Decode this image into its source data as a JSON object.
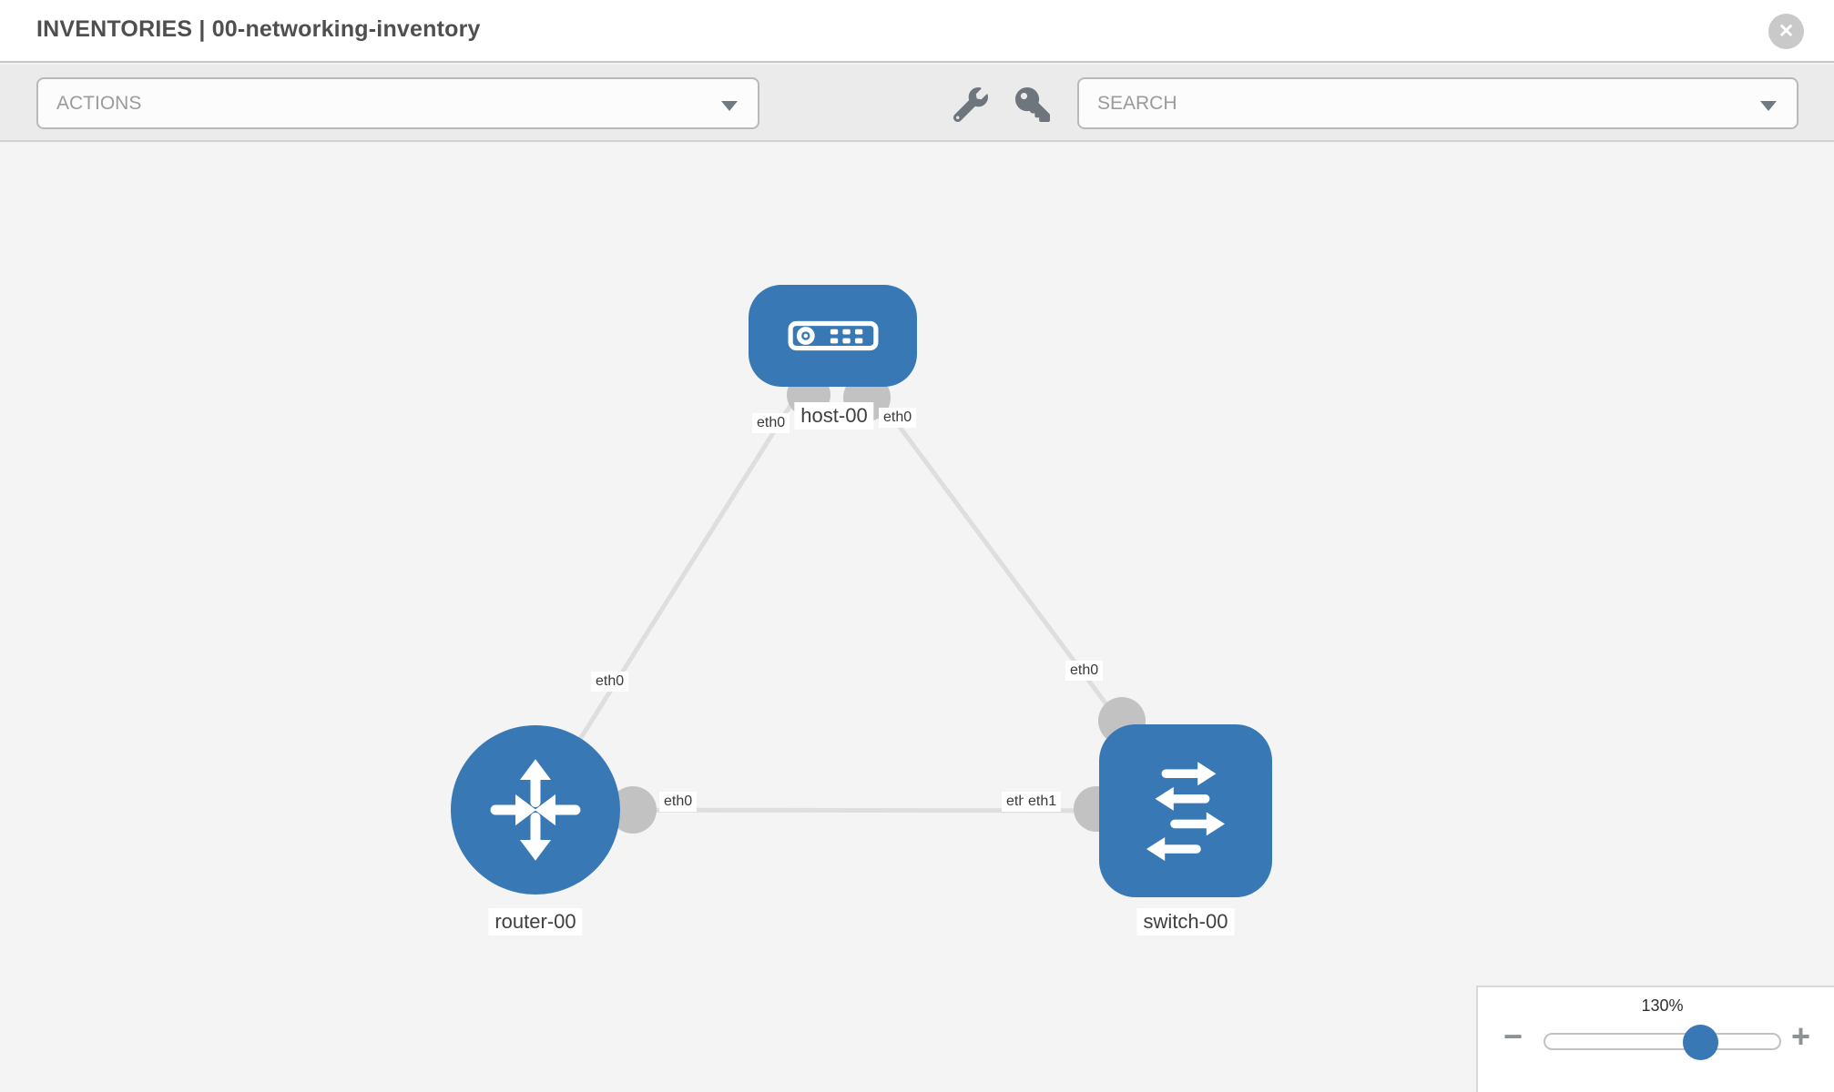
{
  "header": {
    "title": "INVENTORIES | 00-networking-inventory",
    "close_glyph": "✕"
  },
  "toolbar": {
    "actions_label": "ACTIONS",
    "search_placeholder": "SEARCH",
    "icons": [
      "wrench-icon",
      "key-icon"
    ]
  },
  "canvas": {
    "nodes": [
      {
        "id": "host-00",
        "type": "host",
        "label": "host-00"
      },
      {
        "id": "router-00",
        "type": "router",
        "label": "router-00"
      },
      {
        "id": "switch-00",
        "type": "switch",
        "label": "switch-00"
      }
    ],
    "links": [
      {
        "from": "host-00",
        "from_iface": "eth0",
        "to": "router-00",
        "to_iface": "eth0"
      },
      {
        "from": "host-00",
        "from_iface": "eth0",
        "to": "switch-00",
        "to_iface": "eth0"
      },
      {
        "from": "router-00",
        "from_iface": "eth0",
        "to": "switch-00",
        "to_iface": "eth1"
      }
    ],
    "interface_labels": [
      {
        "text": "eth0"
      },
      {
        "text": "eth0"
      },
      {
        "text": "eth0"
      },
      {
        "text": "eth0"
      },
      {
        "text": "eth0"
      },
      {
        "text": "eth0"
      },
      {
        "text": "eth1"
      }
    ]
  },
  "zoom_panel": {
    "level": "130%",
    "minus_glyph": "−",
    "plus_glyph": "+"
  },
  "colors": {
    "node_fill": "#3879b5",
    "link_line": "#dedede",
    "interface_anchor": "#c2c2c2",
    "canvas_bg": "#f4f4f4",
    "toolbar_bg": "#ebebeb",
    "accent_thumb": "#3879b5"
  }
}
